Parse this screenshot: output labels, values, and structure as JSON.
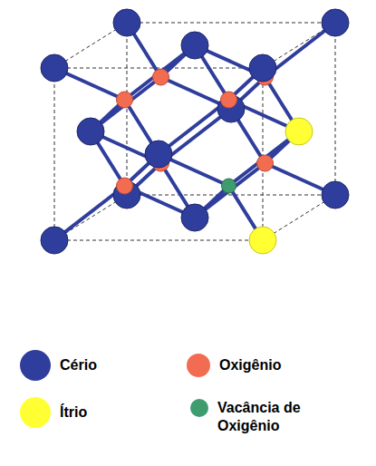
{
  "diagram": {
    "legend": [
      {
        "text": "Cério",
        "color": "#2f3d9c"
      },
      {
        "text": "Oxigênio",
        "color": "#f26c52"
      },
      {
        "text": "Ítrio",
        "color": "#ffff33"
      },
      {
        "text": "Vacância de Oxigênio",
        "color": "#3f9c6e"
      }
    ]
  }
}
